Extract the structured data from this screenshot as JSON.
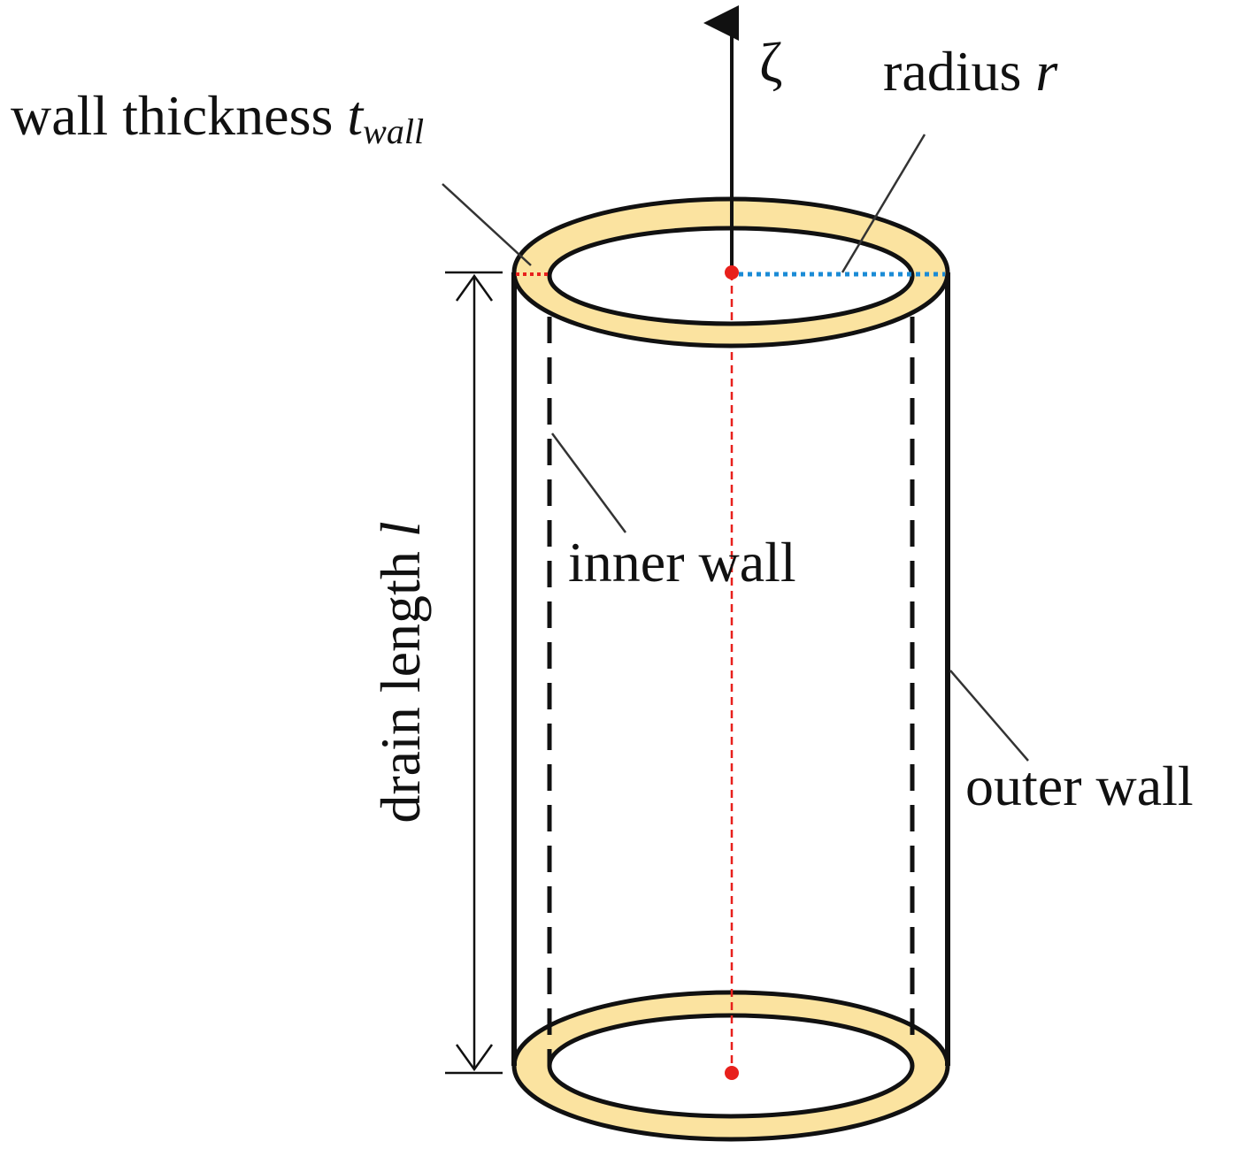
{
  "labels": {
    "axis": "ζ",
    "radius_text": "radius ",
    "radius_var": "r",
    "wall_thickness_text": "wall thickness ",
    "wall_thickness_var": "t",
    "wall_thickness_sub": "wall",
    "inner_wall": "inner wall",
    "outer_wall": "outer wall",
    "drain_length_text": "drain length ",
    "drain_length_var": "l"
  },
  "colors": {
    "wall_fill": "#fbe3a0",
    "outline": "#111111",
    "axis_center": "#e8201c",
    "thickness_marker": "#e8201c",
    "radius_marker": "#1a8bd6",
    "leader": "#333333"
  }
}
